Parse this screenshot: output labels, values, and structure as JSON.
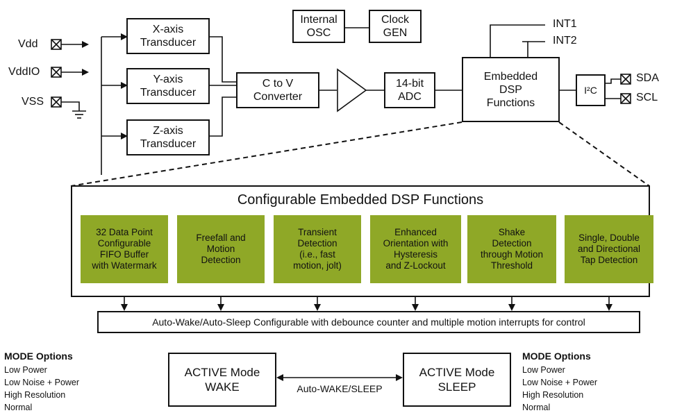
{
  "pins_left": [
    "Vdd",
    "VddIO",
    "VSS"
  ],
  "transducers": [
    "X-axis\nTransducer",
    "Y-axis\nTransducer",
    "Z-axis\nTransducer"
  ],
  "c_to_v": "C to V\nConverter",
  "internal_osc": "Internal\nOSC",
  "clock_gen": "Clock\nGEN",
  "adc": "14-bit\nADC",
  "dsp": "Embedded\nDSP\nFunctions",
  "int_pins": [
    "INT1",
    "INT2"
  ],
  "i2c": "I²C",
  "pins_right": [
    "SDA",
    "SCL"
  ],
  "config_title": "Configurable Embedded DSP Functions",
  "functions": [
    "32 Data Point\nConfigurable\nFIFO Buffer\nwith Watermark",
    "Freefall and\nMotion\nDetection",
    "Transient\nDetection\n(i.e., fast\nmotion, jolt)",
    "Enhanced\nOrientation with\nHysteresis\nand Z-Lockout",
    "Shake\nDetection\nthrough Motion\nThreshold",
    "Single, Double\nand Directional\nTap Detection"
  ],
  "autowake_bar": "Auto-Wake/Auto-Sleep Configurable with debounce counter and multiple motion interrupts for control",
  "mode_left": {
    "title": "MODE Options",
    "items": [
      "Low Power",
      "Low Noise + Power",
      "High Resolution",
      "Normal"
    ]
  },
  "mode_right": {
    "title": "MODE Options",
    "items": [
      "Low Power",
      "Low Noise + Power",
      "High Resolution",
      "Normal"
    ]
  },
  "active_wake": "ACTIVE Mode\nWAKE",
  "active_sleep": "ACTIVE Mode\nSLEEP",
  "autowake_sleep": "Auto-WAKE/SLEEP",
  "colors": {
    "function_fill": "#8fa827",
    "line": "#111111"
  }
}
